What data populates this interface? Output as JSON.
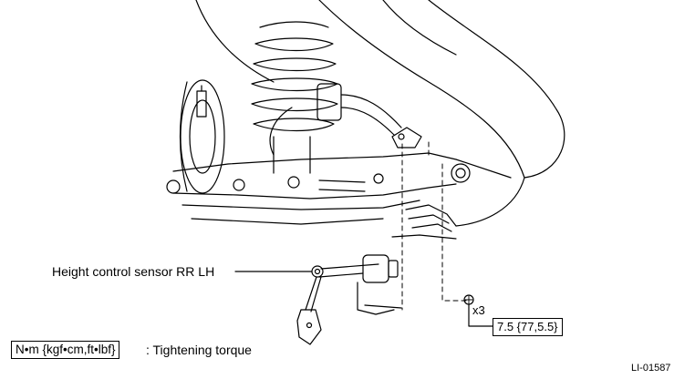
{
  "callouts": {
    "sensor_label": "Height control sensor RR LH",
    "quantity": "x3",
    "torque_value": "7.5 {77,5.5}"
  },
  "legend": {
    "unit_box": "N•m {kgf•cm,ft•lbf}",
    "description": ": Tightening torque"
  },
  "figure_id": "LI-01587"
}
